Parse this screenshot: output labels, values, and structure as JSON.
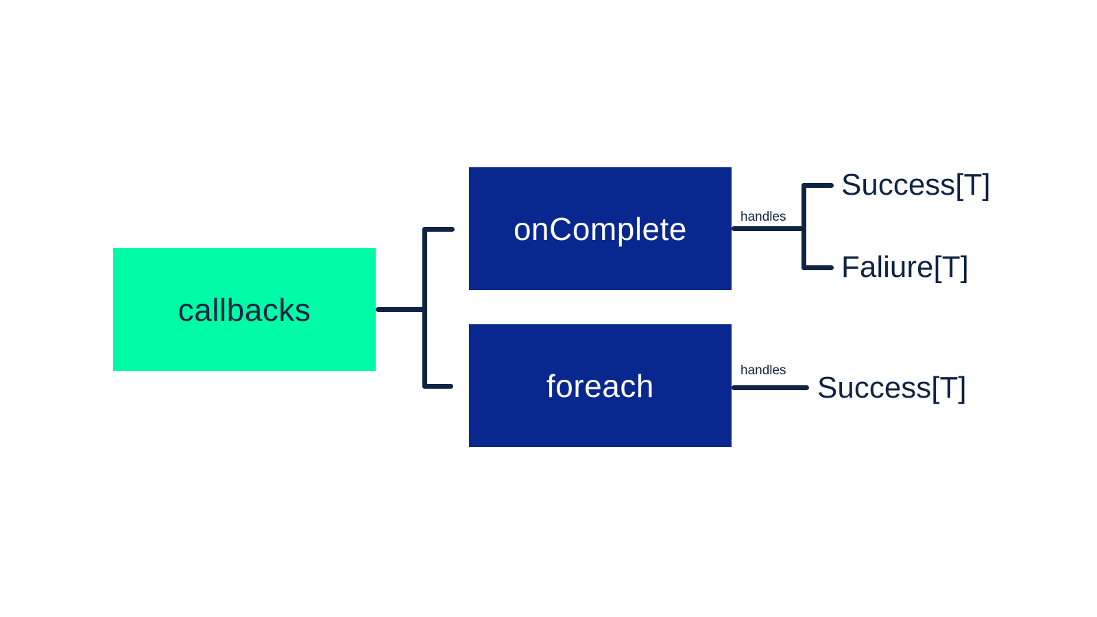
{
  "colors": {
    "accent_green": "#00FBA6",
    "accent_navy": "#08278F",
    "ink": "#0F2342",
    "text_on_navy": "#FFFFFF",
    "bg": "#FFFFFF"
  },
  "diagram": {
    "type": "tree",
    "root": {
      "label": "callbacks"
    },
    "children": [
      {
        "label": "onComplete",
        "edge_label": "handles",
        "handles": [
          "Success[T]",
          "Faliure[T]"
        ]
      },
      {
        "label": "foreach",
        "edge_label": "handles",
        "handles": [
          "Success[T]"
        ]
      }
    ]
  }
}
